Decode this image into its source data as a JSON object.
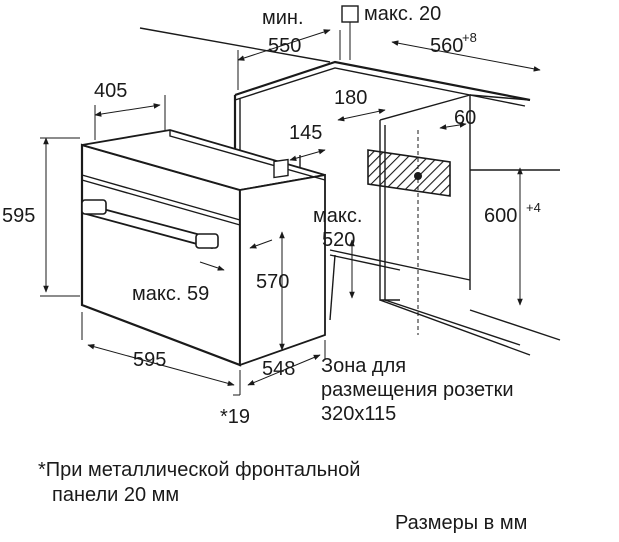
{
  "dimensions": {
    "min_label": "мин.",
    "min_value": "550",
    "max_label": "макс. 20",
    "cabinet_width": "560",
    "cabinet_width_tol": "+8",
    "depth_405": "405",
    "height_595": "595",
    "dim_180": "180",
    "dim_145": "145",
    "dim_60": "60",
    "max_520_label": "макс.",
    "max_520_value": "520",
    "niche_height": "600",
    "niche_height_tol": "+4",
    "max_59": "макс. 59",
    "dim_570": "570",
    "width_595": "595",
    "dim_548": "548",
    "front_panel_ref": "*19"
  },
  "socket_zone": {
    "line1": "Зона для",
    "line2": "размещения розетки",
    "line3": "320x115"
  },
  "footnote": {
    "line1": "*При металлической фронтальной",
    "line2": "панели 20 мм"
  },
  "units_note": "Размеры в мм"
}
